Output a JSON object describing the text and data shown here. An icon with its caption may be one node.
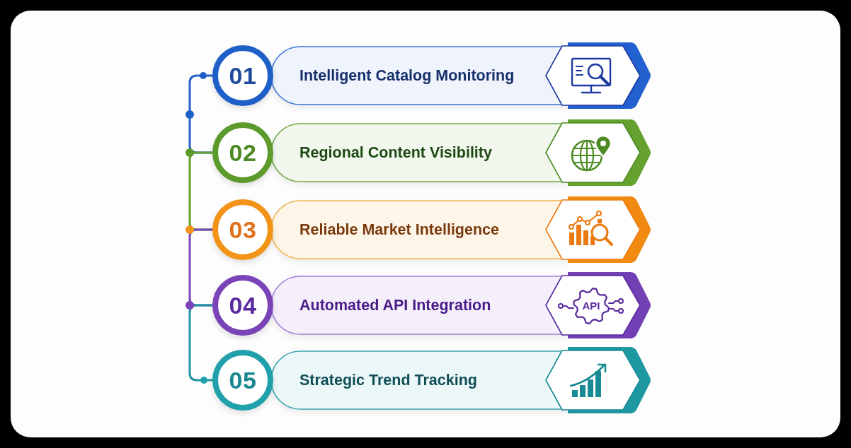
{
  "diagram": {
    "nodes": [
      {
        "text": [
          "01"
        ]
      },
      {
        "text": [
          "Intelligent Catalog Monitoring"
        ]
      },
      {
        "text": [
          "02"
        ]
      },
      {
        "text": [
          "Regional Content Visibility"
        ]
      },
      {
        "text": [
          "03"
        ]
      },
      {
        "text": [
          "Reliable Market Intelligence"
        ]
      },
      {
        "text": [
          "04"
        ]
      },
      {
        "text": [
          "Automated API Integration"
        ]
      },
      {
        "text": [
          "05"
        ]
      },
      {
        "text": [
          "Strategic Trend Tracking"
        ]
      }
    ],
    "edges": [
      {
        "from": 0,
        "to": 2,
        "arrow": "none",
        "color": "#2463c8"
      },
      {
        "from": 2,
        "to": 4,
        "arrow": "none",
        "color": "#62a030"
      },
      {
        "from": 4,
        "to": 6,
        "arrow": "none",
        "color": "#7b46b9"
      },
      {
        "from": 6,
        "to": 8,
        "arrow": "none",
        "color": "#2394a4"
      }
    ],
    "labels": [
      "API"
    ]
  }
}
